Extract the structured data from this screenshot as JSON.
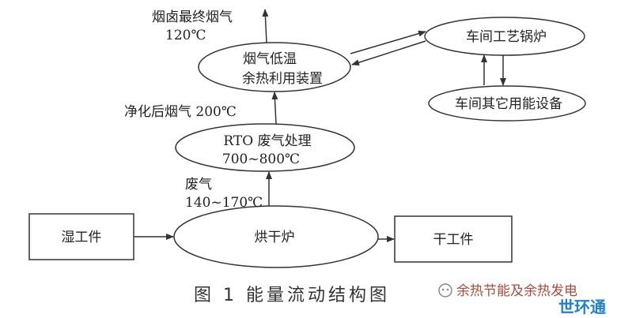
{
  "diagram": {
    "nodes": {
      "wet_workpiece": "湿工件",
      "oven": "烘干炉",
      "dry_workpiece": "干工件",
      "rto": [
        "RTO 废气处理",
        "700~800℃"
      ],
      "recovery": [
        "烟气低温",
        "余热利用装置"
      ],
      "boiler": "车间工艺锅炉",
      "other_equipment": "车间其它用能设备"
    },
    "edge_labels": {
      "exhaust": [
        "废气",
        "140~170℃"
      ],
      "purified": "净化后烟气 200℃",
      "final_flue": [
        "烟卤最终烟气",
        "120℃"
      ]
    },
    "caption": "图 1   能量流动结构图",
    "watermark": {
      "text": "余热节能及余热发电",
      "logo_text": "世环通"
    }
  }
}
